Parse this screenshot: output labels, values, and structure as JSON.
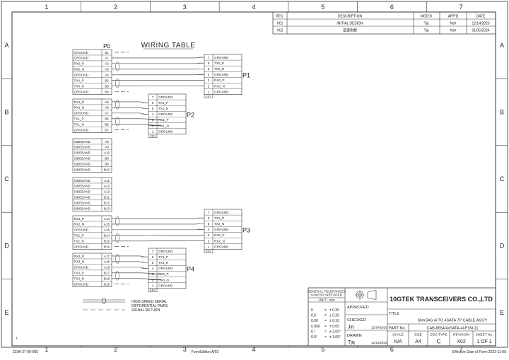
{
  "title": "WIRING TABLE",
  "grid": {
    "columns": [
      "1",
      "2",
      "3",
      "4",
      "5",
      "6",
      "7"
    ],
    "rows": [
      "A",
      "B",
      "C",
      "D",
      "E"
    ]
  },
  "revision_table": {
    "headers": [
      "REV.",
      "DESCRIPTION",
      "MOD'D",
      "APP'D",
      "DATE"
    ],
    "rows": [
      [
        "X01",
        "INITIAL DESIGN",
        "Tjq",
        "Nsh",
        "12/14/2023"
      ],
      [
        "X02",
        "変更附録",
        "Tjq",
        "Nsh",
        "01/05/2024"
      ]
    ]
  },
  "p0": {
    "label": "P0",
    "rows": [
      [
        "GROUND",
        "B1"
      ],
      [
        "GROUND",
        "A1"
      ],
      [
        "RX0_P",
        "A2"
      ],
      [
        "RX0_N",
        "A3"
      ],
      [
        "GROUND",
        "A4"
      ],
      [
        "TX0_P",
        "B2"
      ],
      [
        "TX0_N",
        "B3"
      ],
      [
        "GROUND",
        "B4"
      ],
      [
        "RX1_P",
        "A5"
      ],
      [
        "RX1_N",
        "A6"
      ],
      [
        "GROUND",
        "A7"
      ],
      [
        "TX1_P",
        "B5"
      ],
      [
        "TX1_N",
        "B6"
      ],
      [
        "GROUND",
        "B7"
      ],
      [
        "SIDEBAND",
        "A8"
      ],
      [
        "SIDEBAND",
        "A9"
      ],
      [
        "SIDEBAND",
        "A10"
      ],
      [
        "SIDEBAND",
        "B8"
      ],
      [
        "SIDEBAND",
        "B9"
      ],
      [
        "SIDEBAND",
        "B10"
      ],
      [
        "SIDEBAND",
        "A11"
      ],
      [
        "SIDEBAND",
        "A12"
      ],
      [
        "SIDEBAND",
        "A13"
      ],
      [
        "SIDEBAND",
        "B11"
      ],
      [
        "SIDEBAND",
        "B12"
      ],
      [
        "SIDEBAND",
        "B13"
      ],
      [
        "RX2_P",
        "A14"
      ],
      [
        "RX2_N",
        "A15"
      ],
      [
        "GROUND",
        "A16"
      ],
      [
        "TX2_P",
        "B14"
      ],
      [
        "TX2_N",
        "B15"
      ],
      [
        "GROUND",
        "B16"
      ],
      [
        "RX3_P",
        "A17"
      ],
      [
        "RX3_N",
        "A18"
      ],
      [
        "GROUND",
        "A19"
      ],
      [
        "TX3_P",
        "B17"
      ],
      [
        "TX3_N",
        "B18"
      ],
      [
        "GROUND",
        "B19"
      ]
    ]
  },
  "connectors": [
    {
      "label": "P1",
      "key": "KEY",
      "rows": [
        [
          "7",
          "GROUND"
        ],
        [
          "6",
          "TX0_P"
        ],
        [
          "5",
          "TX0_N"
        ],
        [
          "4",
          "GROUND"
        ],
        [
          "3",
          "RX0_P"
        ],
        [
          "2",
          "RX0_N"
        ],
        [
          "1",
          "GROUND"
        ]
      ]
    },
    {
      "label": "P2",
      "key": "KEY",
      "rows": [
        [
          "7",
          "GROUND"
        ],
        [
          "6",
          "TX1_P"
        ],
        [
          "5",
          "TX1_N"
        ],
        [
          "4",
          "GROUND"
        ],
        [
          "3",
          "RX1_P"
        ],
        [
          "2",
          "RX1_N"
        ],
        [
          "1",
          "GROUND"
        ]
      ]
    },
    {
      "label": "P3",
      "key": "KEY",
      "rows": [
        [
          "7",
          "GROUND"
        ],
        [
          "6",
          "TX2_P"
        ],
        [
          "5",
          "TX2_N"
        ],
        [
          "4",
          "GROUND"
        ],
        [
          "3",
          "RX2_P"
        ],
        [
          "2",
          "RX2_N"
        ],
        [
          "1",
          "GROUND"
        ]
      ]
    },
    {
      "label": "P4",
      "key": "KEY",
      "rows": [
        [
          "7",
          "GROUND"
        ],
        [
          "6",
          "TX3_P"
        ],
        [
          "5",
          "TX3_N"
        ],
        [
          "4",
          "GROUND"
        ],
        [
          "3",
          "RX3_P"
        ],
        [
          "2",
          "RX3_N"
        ],
        [
          "1",
          "GROUND"
        ]
      ]
    }
  ],
  "legend": {
    "lines": [
      "HIGH-SPEED SERIAL",
      "DIFFERENTIAL PAIRS",
      "SIGNAL RETURN"
    ]
  },
  "title_block": {
    "tolerances_title": "GENERAL TOLERANCES\nUNLESS SPECIFIED",
    "unit_label": "UNIT : mm",
    "tolerances": [
      [
        "0.",
        "± 0.30"
      ],
      [
        "0.0",
        "± 0.20"
      ],
      [
        "0.00",
        "± 0.10"
      ],
      [
        "0.000",
        "± 0.05"
      ],
      [
        "0.°",
        "± 2.00°"
      ],
      [
        "0.0°",
        "± 1.00°"
      ]
    ],
    "approved_label": "APPROVED",
    "checked_label": "CHECKED",
    "checked_by": "Jin",
    "checked_date": "12/14/2023",
    "drawn_label": "DRAWN",
    "drawn_by": "Tjq",
    "drawn_date": "12/14/2023",
    "company": "10GTEK TRANSCEIVERS CO.,LTD",
    "title_label": "TITLE",
    "title_value": "SlimSAS 4i TO 4SATA 7P CABLE ASS'Y",
    "part_label": "PART No.",
    "part_value": "CAB-8654/4xSATA-4i-P1M-11",
    "scale_label": "SCALE",
    "scale_value": "N/A",
    "size_label": "SIZE",
    "size_value": "A4",
    "doctype_label": "DOC TYPE",
    "doctype_value": "C",
    "revision_label": "REVISION",
    "revision_value": "X02",
    "sheet_label": "SHEET No.",
    "sheet_value": "1 OF 1"
  },
  "footer": {
    "left": "ZLWI-27-06-805",
    "center": "FormEdition:A/02",
    "right": "Effective Date of Form:2023-11-08",
    "corner_mark": "1"
  }
}
